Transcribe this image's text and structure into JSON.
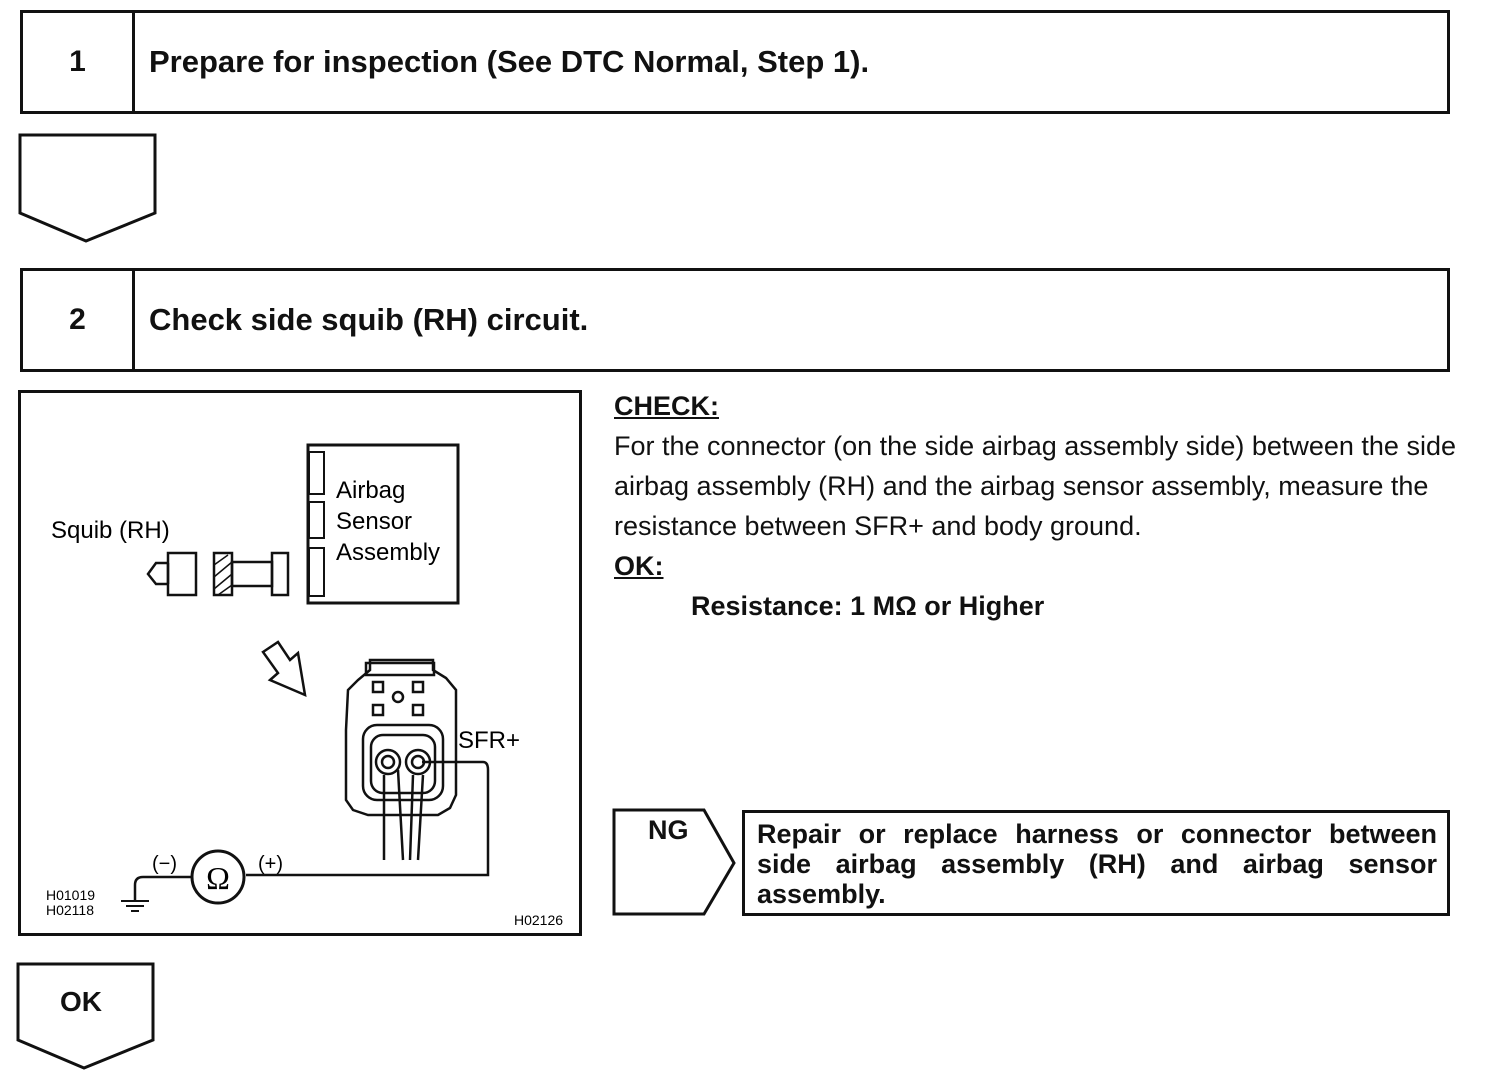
{
  "steps": [
    {
      "number": "1",
      "title": "Prepare for inspection (See DTC Normal, Step 1)."
    },
    {
      "number": "2",
      "title": "Check side squib (RH) circuit."
    }
  ],
  "diagram": {
    "squib_label": "Squib (RH)",
    "sensor_label_line1": "Airbag",
    "sensor_label_line2": "Sensor",
    "sensor_label_line3": "Assembly",
    "terminal_label": "SFR+",
    "minus_label": "(−)",
    "plus_label": "(+)",
    "ohm_symbol": "Ω",
    "code_1": "H01019",
    "code_2": "H02118",
    "code_3": "H02126"
  },
  "check": {
    "heading": "CHECK:",
    "text": "For the connector (on the side airbag assembly side) between the side airbag assembly (RH) and the airbag sensor assembly, measure the resistance between SFR+ and body ground.",
    "ok_heading": "OK:",
    "resistance": "Resistance: 1 MΩ or Higher"
  },
  "ng": {
    "label": "NG",
    "action": "Repair or replace harness or connector between side airbag assembly (RH) and airbag sensor assembly."
  },
  "ok_result": {
    "label": "OK"
  }
}
